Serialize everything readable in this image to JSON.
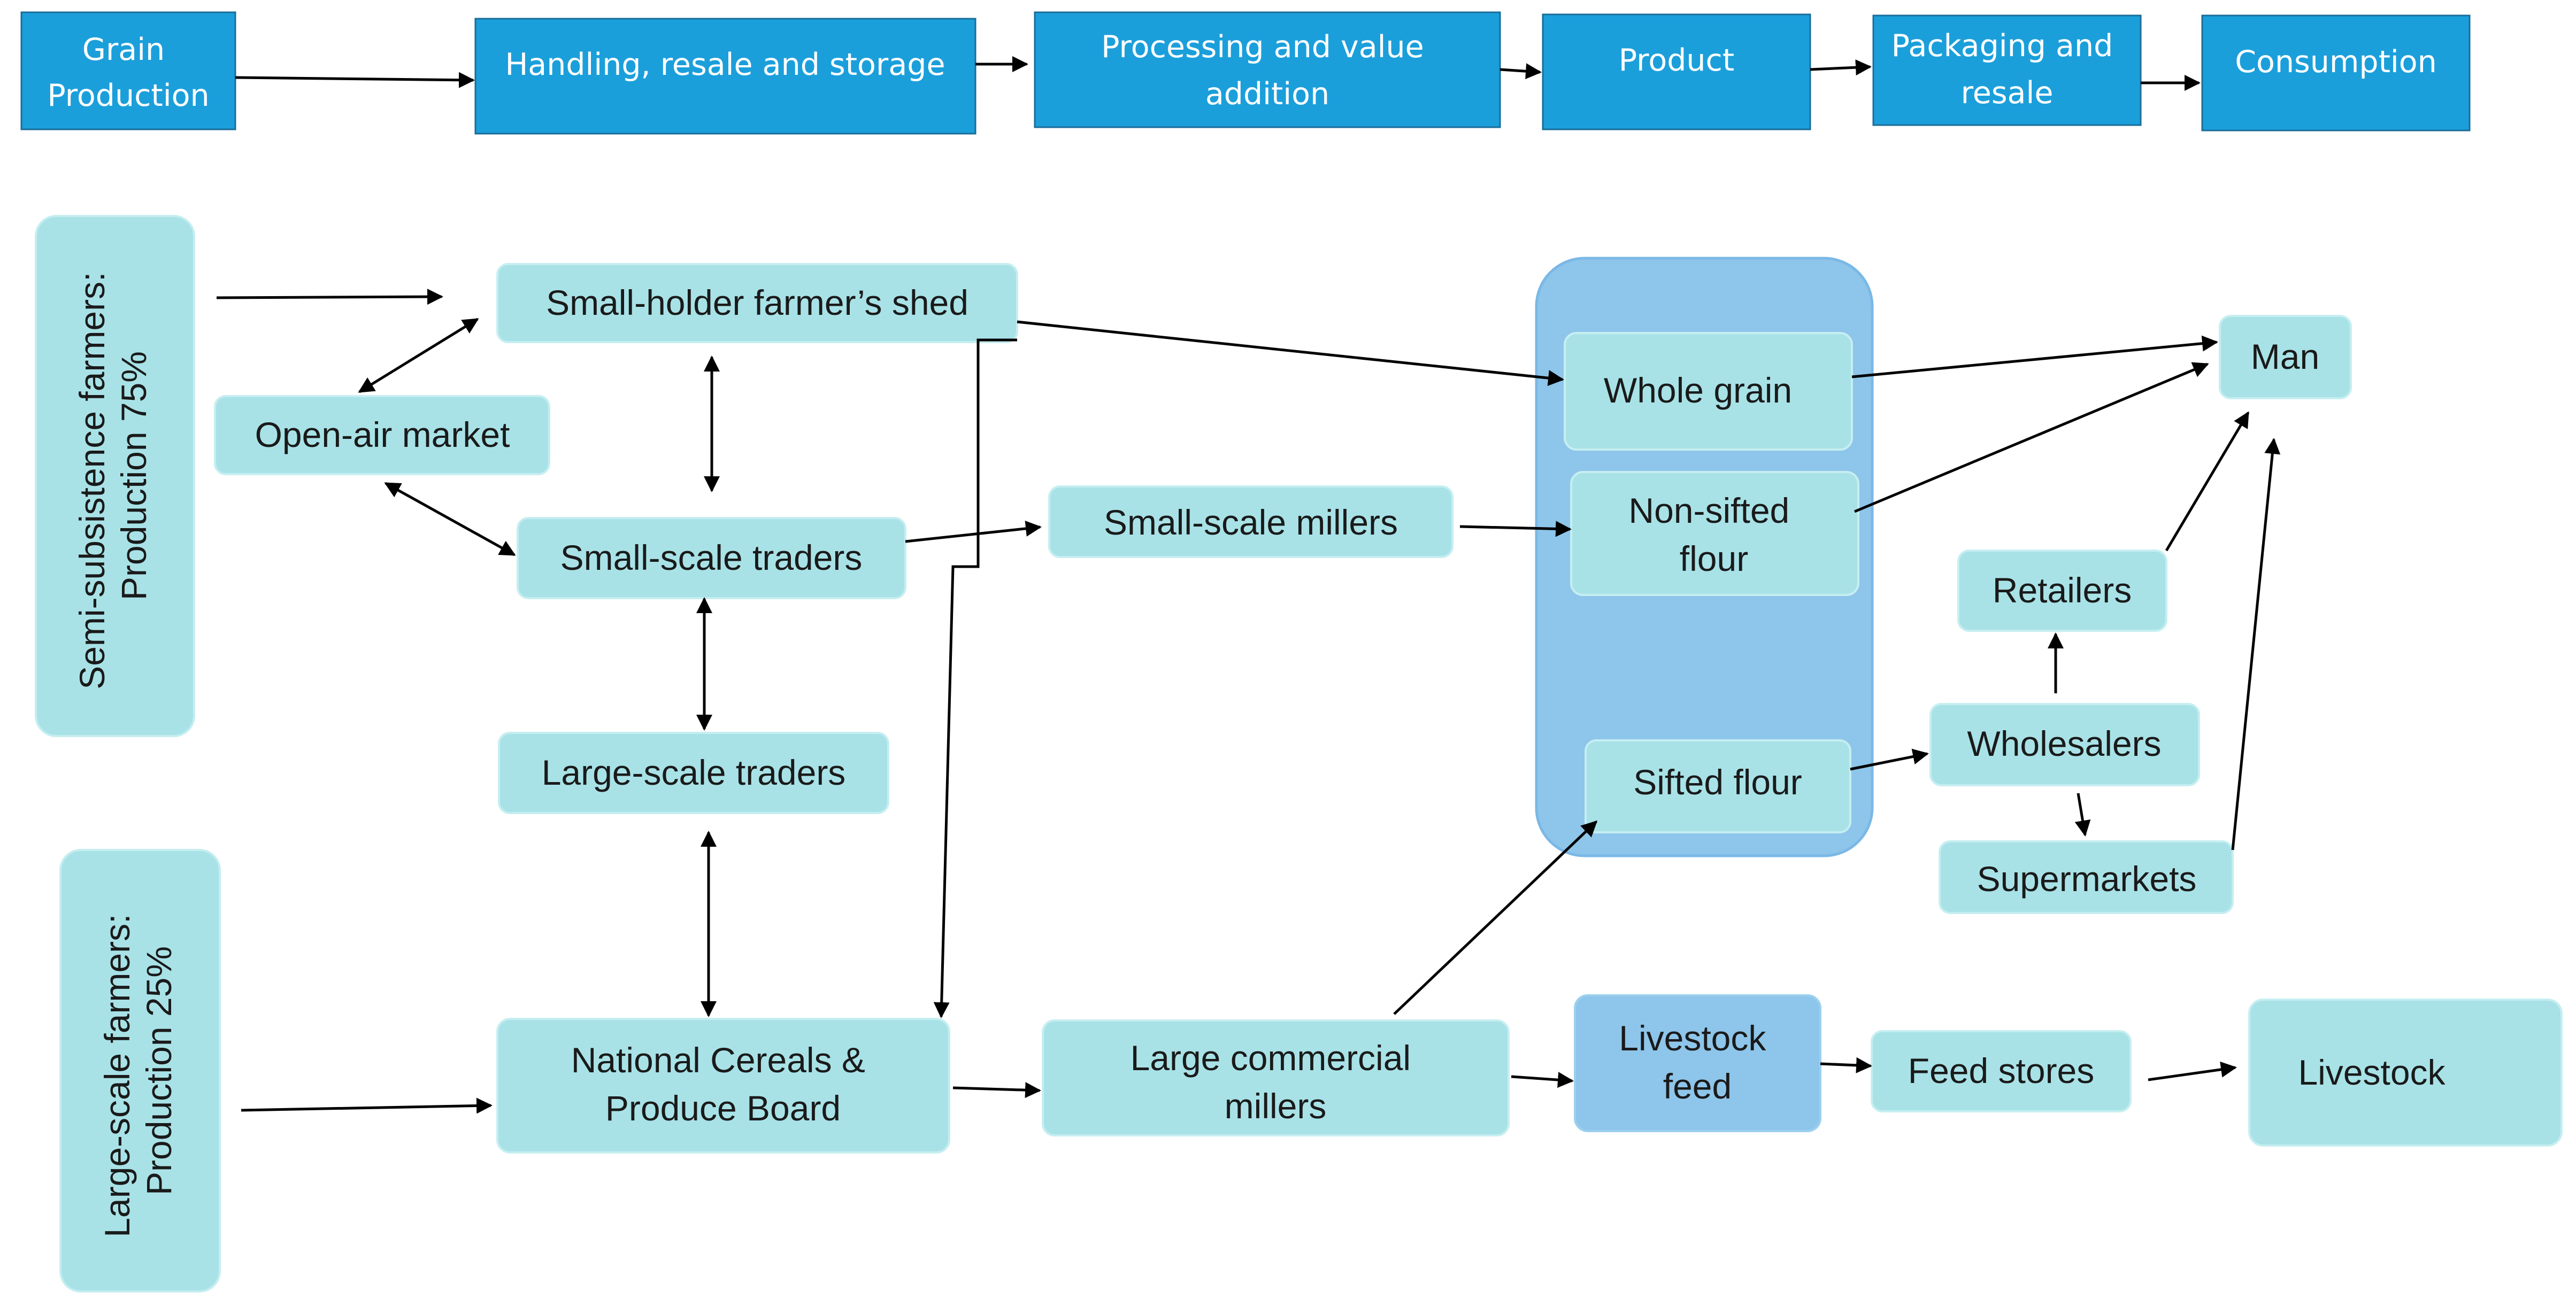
{
  "value_chain_stages": [
    {
      "id": "stage-grain-production",
      "lines": [
        "Grain",
        "Production"
      ]
    },
    {
      "id": "stage-handling",
      "lines": [
        "Handling, resale and storage"
      ]
    },
    {
      "id": "stage-processing",
      "lines": [
        "Processing and value",
        "addition"
      ]
    },
    {
      "id": "stage-product",
      "lines": [
        "Product"
      ]
    },
    {
      "id": "stage-packaging",
      "lines": [
        "Packaging and",
        "resale"
      ]
    },
    {
      "id": "stage-consumption",
      "lines": [
        "Consumption"
      ]
    }
  ],
  "producers": [
    {
      "id": "semi-subsistence-farmers",
      "lines": [
        "Semi-subsistence farmers:",
        "Production 75%"
      ]
    },
    {
      "id": "large-scale-farmers",
      "lines": [
        "Large-scale farmers:",
        "Production 25%"
      ]
    }
  ],
  "nodes": [
    {
      "id": "smallholder-shed",
      "lines": [
        "Small-holder farmer’s shed"
      ]
    },
    {
      "id": "open-air-market",
      "lines": [
        "Open-air market"
      ]
    },
    {
      "id": "small-scale-traders",
      "lines": [
        "Small-scale traders"
      ]
    },
    {
      "id": "large-scale-traders",
      "lines": [
        "Large-scale traders"
      ]
    },
    {
      "id": "ncpb",
      "lines": [
        "National Cereals &",
        "Produce Board"
      ]
    },
    {
      "id": "small-scale-millers",
      "lines": [
        "Small-scale millers"
      ]
    },
    {
      "id": "large-commercial-millers",
      "lines": [
        "Large commercial",
        "millers"
      ]
    },
    {
      "id": "whole-grain",
      "lines": [
        "Whole grain"
      ]
    },
    {
      "id": "non-sifted-flour",
      "lines": [
        "Non-sifted",
        "flour"
      ]
    },
    {
      "id": "sifted-flour",
      "lines": [
        "Sifted flour"
      ]
    },
    {
      "id": "livestock-feed",
      "lines": [
        "Livestock",
        "feed"
      ]
    },
    {
      "id": "feed-stores",
      "lines": [
        "Feed stores"
      ]
    },
    {
      "id": "livestock",
      "lines": [
        "Livestock"
      ]
    },
    {
      "id": "retailers",
      "lines": [
        "Retailers"
      ]
    },
    {
      "id": "wholesalers",
      "lines": [
        "Wholesalers"
      ]
    },
    {
      "id": "supermarkets",
      "lines": [
        "Supermarkets"
      ]
    },
    {
      "id": "man",
      "lines": [
        "Man"
      ]
    }
  ]
}
